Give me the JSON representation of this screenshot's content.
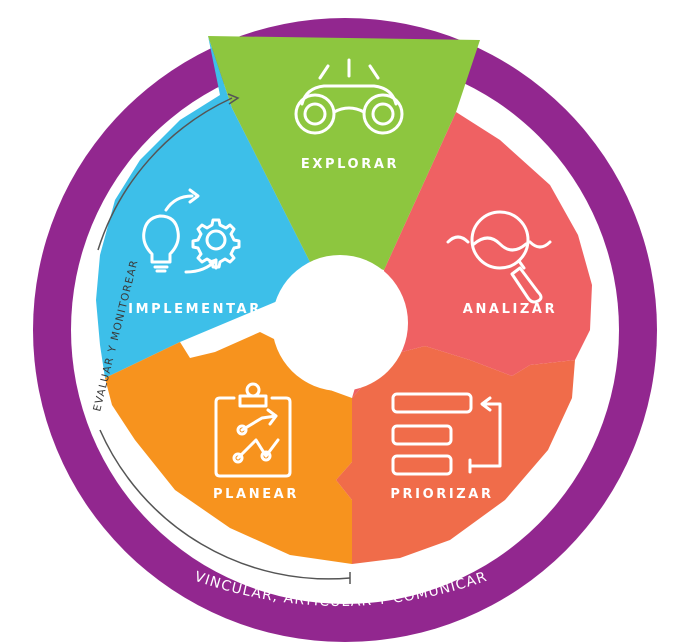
{
  "diagram": {
    "segments": {
      "explorar": {
        "label": "EXPLORAR",
        "color": "#8dc63f"
      },
      "analizar": {
        "label": "ANALIZAR",
        "color": "#ef6163"
      },
      "priorizar": {
        "label": "PRIORIZAR",
        "color": "#f06c4a"
      },
      "planear": {
        "label": "PLANEAR",
        "color": "#f7931e"
      },
      "implementar": {
        "label": "IMPLEMENTAR",
        "color": "#3dbfe9"
      }
    },
    "outer_ring": {
      "label": "VINCULAR, ARTICULAR Y COMUNICAR",
      "color": "#92278f"
    },
    "inner_arc": {
      "label": "EVALUAR Y MONITOREAR"
    },
    "icons": {
      "explorar": "binoculars-icon",
      "analizar": "magnifier-icon",
      "priorizar": "priority-list-icon",
      "planear": "clipboard-icon",
      "implementar": "lightbulb-gear-icon"
    }
  }
}
